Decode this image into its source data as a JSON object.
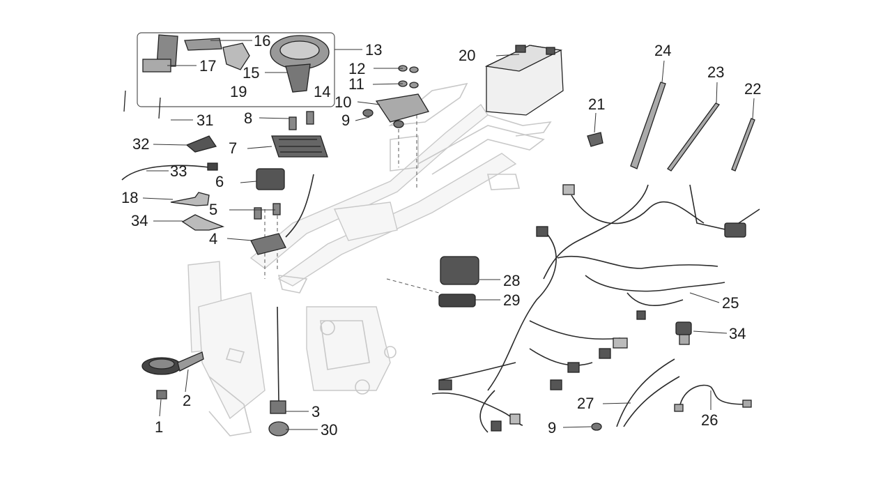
{
  "diagram": {
    "labels": [
      "1",
      "2",
      "3",
      "4",
      "5",
      "6",
      "7",
      "8",
      "9",
      "10",
      "11",
      "12",
      "13",
      "14",
      "15",
      "16",
      "17",
      "18",
      "19",
      "20",
      "21",
      "22",
      "23",
      "24",
      "25",
      "26",
      "27",
      "28",
      "29",
      "30",
      "31",
      "32",
      "33",
      "34",
      "34",
      "9"
    ]
  },
  "colors": {
    "background": "#ffffff",
    "frame_lines": "#c8c8c8",
    "parts": "#222222",
    "labels": "#1a1a1a"
  }
}
